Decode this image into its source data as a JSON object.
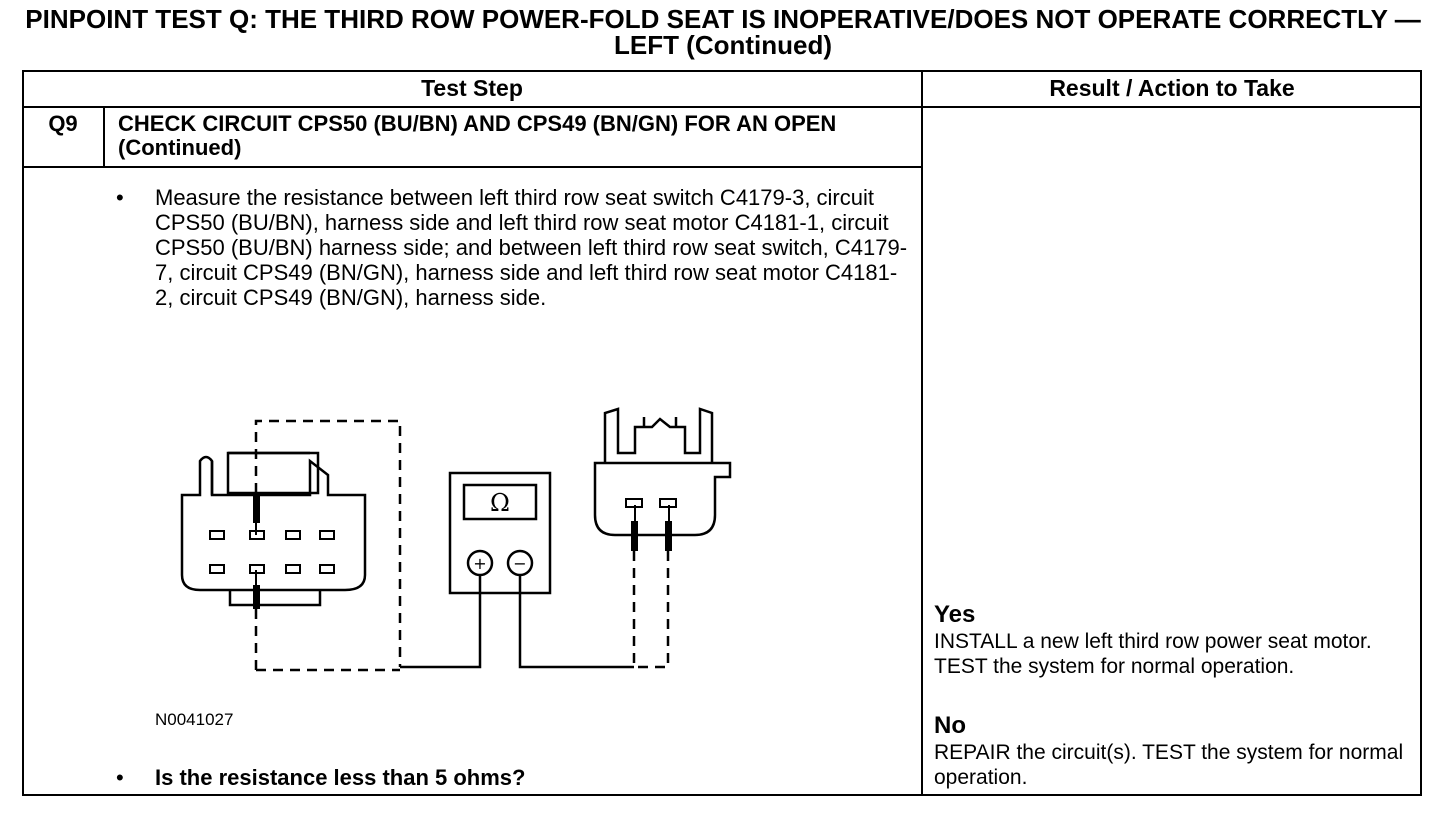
{
  "page_title": "PINPOINT TEST  Q: THE THIRD ROW POWER-FOLD SEAT IS INOPERATIVE/DOES NOT OPERATE CORRECTLY — LEFT (Continued)",
  "table": {
    "header_test_step": "Test Step",
    "header_result": "Result / Action to Take"
  },
  "step": {
    "id": "Q9",
    "title": "CHECK CIRCUIT CPS50 (BU/BN) AND CPS49 (BN/GN) FOR AN OPEN (Continued)",
    "bullet_symbol": "•",
    "instruction": "Measure the resistance between left third row seat switch C4179-3, circuit CPS50 (BU/BN), harness side and left third row seat motor C4181-1, circuit CPS50 (BU/BN) harness side; and between left third row seat switch, C4179-7, circuit CPS49 (BN/GN), harness side and left third row seat motor C4181-2, circuit CPS49 (BN/GN), harness side.",
    "figure_id": "N0041027",
    "question": "Is the resistance less than 5 ohms?"
  },
  "diagram": {
    "meter_symbol": "Ω",
    "plus_symbol": "+",
    "minus_symbol": "−"
  },
  "results": {
    "yes_label": "Yes",
    "yes_action": "INSTALL a new left third row power seat motor. TEST the system for normal operation.",
    "no_label": "No",
    "no_action": "REPAIR the circuit(s). TEST the system for normal operation."
  }
}
